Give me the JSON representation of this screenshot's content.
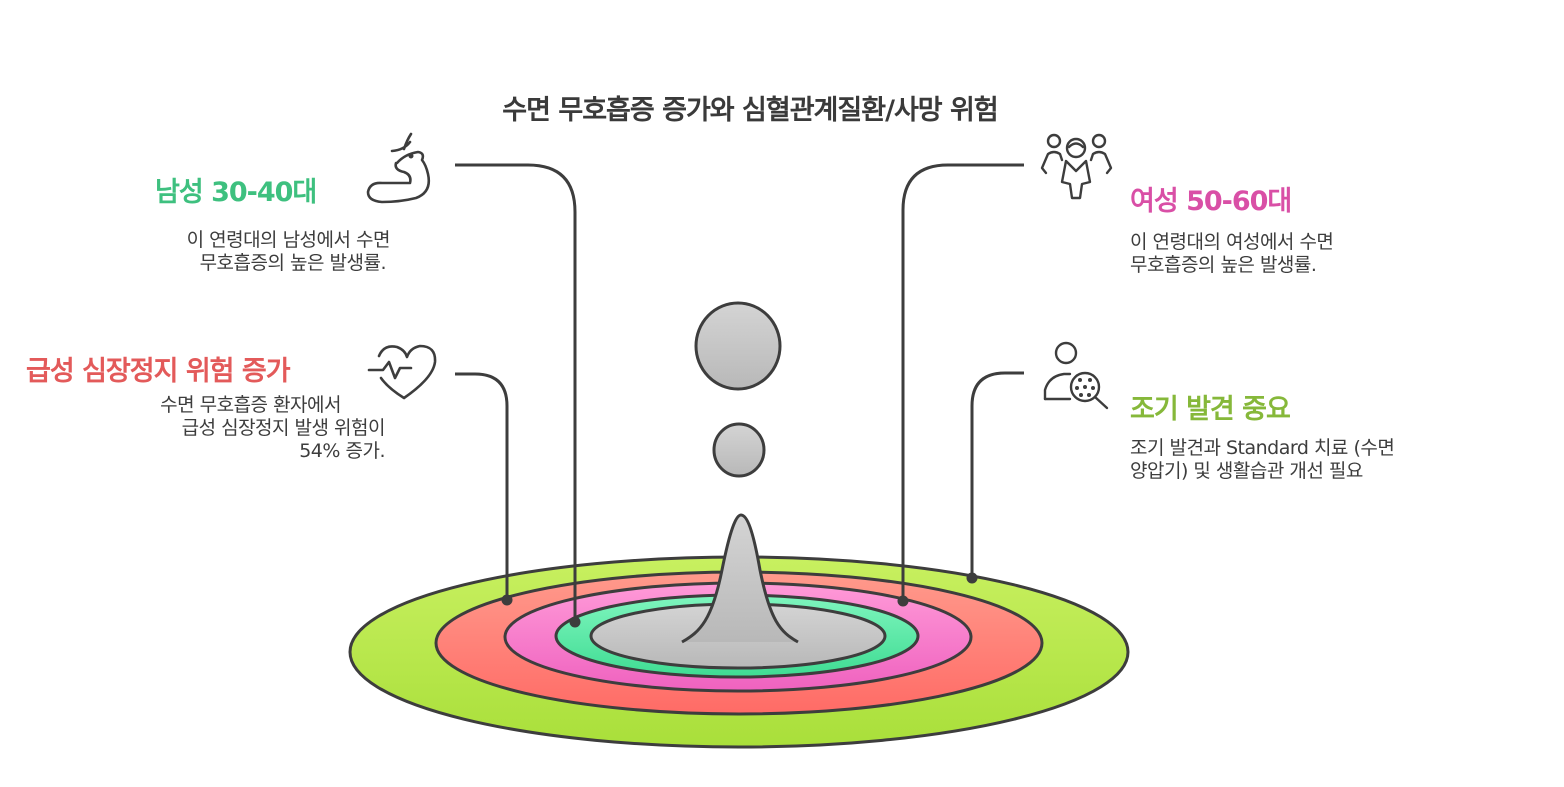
{
  "title": "수면 무호흡증 증가와 심혈관계질환/사망 위험",
  "colors": {
    "male": "#3ec07f",
    "female": "#d94fa6",
    "cardiac": "#e35a5a",
    "early": "#86b83a",
    "line": "#3d3d3d",
    "ring_outer_green": "#b9e84a",
    "ring_red": "#ff7a70",
    "ring_pink": "#f77fcc",
    "ring_teal": "#5ee8a6",
    "ring_gray": "#c2c2c2"
  },
  "items": {
    "male": {
      "heading": "남성 30-40대",
      "desc_line1": "이 연령대의 남성에서 수면",
      "desc_line2": "무호흡증의 높은 발생률.",
      "icon": "deer-icon"
    },
    "cardiac": {
      "heading": "급성 심장정지 위험 증가",
      "desc_line1": "수면 무호흡증 환자에서",
      "desc_line2": "급성 심장정지 발생 위험이",
      "desc_line3": "54% 증가.",
      "icon": "heartbeat-icon"
    },
    "female": {
      "heading": "여성 50-60대",
      "desc_line1": "이 연령대의 여성에서 수면",
      "desc_line2": "무호흡증의 높은 발생률.",
      "icon": "group-women-icon"
    },
    "early": {
      "heading": "조기 발견 중요",
      "desc_line1": "조기 발견과 Standard 치료 (수면",
      "desc_line2": "양압기) 및 생활습관 개선 필요",
      "icon": "person-search-icon"
    }
  },
  "diagram": {
    "type": "ripple-rings",
    "rings": [
      "outer-green",
      "red",
      "pink",
      "teal",
      "gray-center"
    ],
    "drops": 2
  }
}
